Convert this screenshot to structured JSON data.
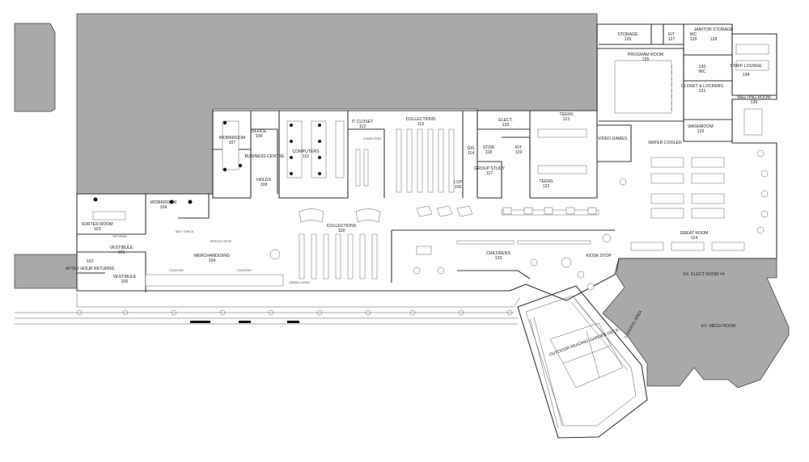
{
  "rooms": [
    {
      "id": "storage",
      "label": "STORAGE",
      "number": "126"
    },
    {
      "id": "kit-127",
      "label": "KIT",
      "number": "127"
    },
    {
      "id": "wc-129",
      "label": "WC",
      "number": "129"
    },
    {
      "id": "janitor",
      "label": "JANITOR STORAGE",
      "number": "128"
    },
    {
      "id": "staff-lounge",
      "label": "STAFF LOUNGE",
      "number": "134"
    },
    {
      "id": "program-room",
      "label": "PROGRAM ROOM",
      "number": "125"
    },
    {
      "id": "wc-130",
      "label": "WC",
      "number": "130"
    },
    {
      "id": "closet-lockers",
      "label": "CLOSET & LOCKERS",
      "number": "131"
    },
    {
      "id": "meeting-room",
      "label": "MEETING ROOM",
      "number": "136"
    },
    {
      "id": "washroom",
      "label": "WASHROOM",
      "number": "132"
    },
    {
      "id": "water-cooler",
      "label": "WATER COOLER",
      "number": ""
    },
    {
      "id": "office",
      "label": "OFFICE",
      "number": "109"
    },
    {
      "id": "workroom-107",
      "label": "WORKROOM",
      "number": "107"
    },
    {
      "id": "business-centre",
      "label": "BUSINESS CENTRE",
      "number": ""
    },
    {
      "id": "holds",
      "label": "HOLDS",
      "number": "108"
    },
    {
      "id": "computers",
      "label": "COMPUTERS",
      "number": "110"
    },
    {
      "id": "it-closet",
      "label": "IT CLOSET",
      "number": "112"
    },
    {
      "id": "collections-113",
      "label": "COLLECTIONS",
      "number": "113"
    },
    {
      "id": "elect-120",
      "label": "ELECT.",
      "number": "120"
    },
    {
      "id": "teens-121",
      "label": "TEENS",
      "number": "121"
    },
    {
      "id": "video-games",
      "label": "VIDEO GAMES",
      "number": ""
    },
    {
      "id": "gis",
      "label": "GIS",
      "number": "114"
    },
    {
      "id": "stor",
      "label": "STOR",
      "number": "118"
    },
    {
      "id": "kit-119",
      "label": "KIT",
      "number": "119"
    },
    {
      "id": "group-study",
      "label": "GROUP STUDY",
      "number": "117"
    },
    {
      "id": "teens-122",
      "label": "TEENS",
      "number": "122"
    },
    {
      "id": "lsp",
      "label": "LSP",
      "number": "106"
    },
    {
      "id": "workroom-106",
      "label": "WORKROOM",
      "number": "106"
    },
    {
      "id": "sorter-room",
      "label": "SORTER ROOM",
      "number": "103"
    },
    {
      "id": "collections-118",
      "label": "COLLECTIONS",
      "number": "118"
    },
    {
      "id": "vestibule-101",
      "label": "VESTIBULE",
      "number": "101"
    },
    {
      "id": "merchandising",
      "label": "MERCHANDISING",
      "number": "104"
    },
    {
      "id": "after-hour-returns",
      "label": "AFTER HOUR RETURNS",
      "number": "102"
    },
    {
      "id": "vestibule-100",
      "label": "VESTIBULE",
      "number": "100"
    },
    {
      "id": "childrens",
      "label": "CHILDRENS",
      "number": "123"
    },
    {
      "id": "kiosk-stop",
      "label": "KIOSK STOP",
      "number": ""
    },
    {
      "id": "great-room",
      "label": "GREAT ROOM",
      "number": "124"
    },
    {
      "id": "ex-elect-room",
      "label": "EX. ELECT ROOM #4",
      "number": ""
    },
    {
      "id": "loading-area",
      "label": "LOADING AREA",
      "number": ""
    },
    {
      "id": "ex-mech-room",
      "label": "EX. MECH ROOM",
      "number": ""
    },
    {
      "id": "outdoor-reading",
      "label": "OUTDOOR READING GARDEN DECK",
      "number": ""
    }
  ],
  "annotations": {
    "counter_left": "COUNTER",
    "counter_right": "COUNTER",
    "self_check": "SELF CHECK",
    "service_desk": "SERVICE DESK",
    "urban_living": "URBAN LIVING",
    "returns": "RETURNS",
    "computers_small": "COMPUTERS"
  },
  "colors": {
    "existing_fill": "#a9a9a9",
    "wall": "#333333",
    "background": "#ffffff"
  }
}
